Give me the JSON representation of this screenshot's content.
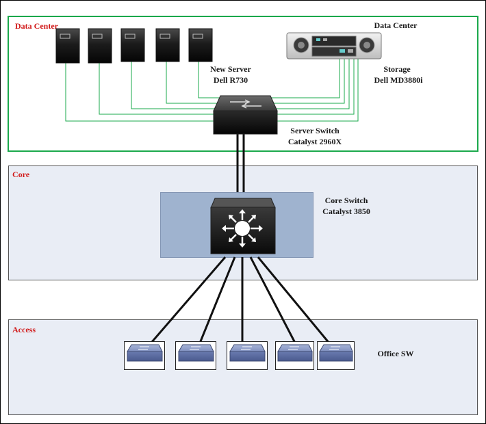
{
  "zones": {
    "data_center": "Data Center",
    "core": "Core",
    "access": "Access"
  },
  "labels": {
    "storage_site": "Data Center",
    "new_server_line1": "New Server",
    "new_server_line2": "Dell R730",
    "storage_line1": "Storage",
    "storage_line2": "Dell MD3880i",
    "server_switch_line1": "Server Switch",
    "server_switch_line2": "Catalyst  2960X",
    "core_switch_line1": "Core Switch",
    "core_switch_line2": "Catalyst  3850",
    "office_sw": "Office SW"
  },
  "colors": {
    "data_center_border": "#1aa84b",
    "zone_label": "#d11a1a",
    "server_link": "#1aa84b",
    "zone_fill": "#e9edf5",
    "core_panel": "#9fb3cf",
    "link": "#111111"
  },
  "icons": {
    "server": "tower-server-icon",
    "storage": "storage-array-icon",
    "server_switch": "layer2-switch-icon",
    "core_switch": "layer3-switch-icon",
    "office_switch": "workgroup-switch-icon"
  }
}
